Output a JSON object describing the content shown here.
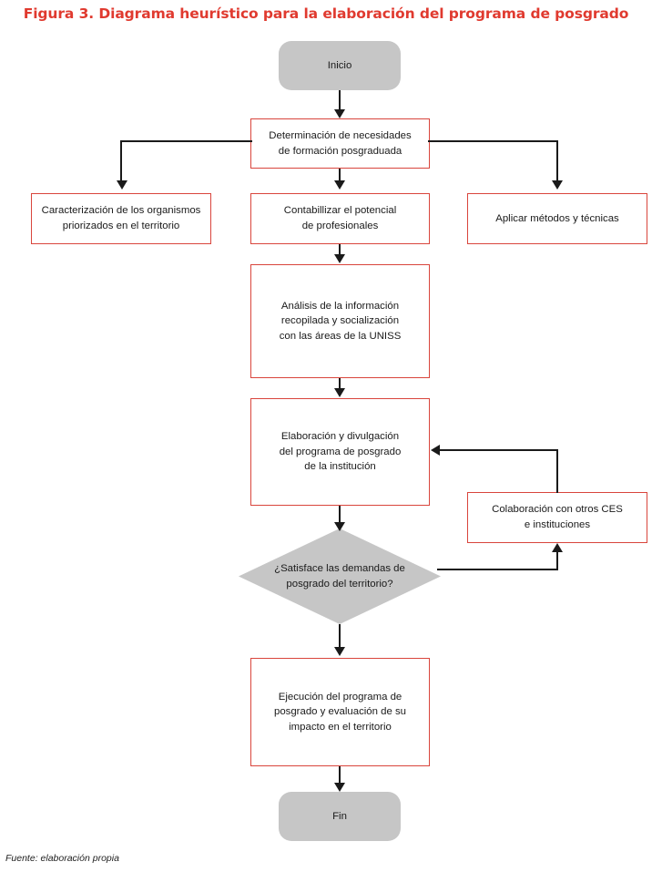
{
  "figure": {
    "title": "Figura 3. Diagrama heurístico para la elaboración del programa de posgrado",
    "title_color": "#e03a2f",
    "source": "Fuente: elaboración propia"
  },
  "palette": {
    "process_border": "#d9453c",
    "terminal_fill": "#c6c6c6",
    "decision_fill": "#c6c6c6",
    "connector": "#1a1a1a",
    "text": "#1a1a1a",
    "background": "#ffffff"
  },
  "chart_data": {
    "type": "diagram",
    "subtype": "flowchart",
    "title": "Figura 3. Diagrama heurístico para la elaboración del programa de posgrado",
    "nodes": [
      {
        "id": "inicio",
        "shape": "terminal",
        "label": "Inicio"
      },
      {
        "id": "determinacion",
        "shape": "process",
        "label": "Determinación de necesidades de formación posgraduada"
      },
      {
        "id": "caracterizacion",
        "shape": "process",
        "label": "Caracterización de los organismos priorizados en el territorio"
      },
      {
        "id": "contabilizar",
        "shape": "process",
        "label": "Contabillizar el potencial de profesionales"
      },
      {
        "id": "metodos",
        "shape": "process",
        "label": "Aplicar métodos y técnicas"
      },
      {
        "id": "analisis",
        "shape": "process",
        "label": "Análisis de la información recopilada y socialización con las áreas de la UNISS"
      },
      {
        "id": "elaboracion",
        "shape": "process",
        "label": "Elaboración y divulgación del programa de posgrado de la institución"
      },
      {
        "id": "colaboracion",
        "shape": "process",
        "label": "Colaboración con otros CES e instituciones"
      },
      {
        "id": "decision",
        "shape": "decision",
        "label": "¿Satisface las demandas de posgrado del territorio?"
      },
      {
        "id": "ejecucion",
        "shape": "process",
        "label": "Ejecución del programa de posgrado y evaluación de su impacto en el territorio"
      },
      {
        "id": "fin",
        "shape": "terminal",
        "label": "Fin"
      }
    ],
    "edges": [
      {
        "from": "inicio",
        "to": "determinacion",
        "label": ""
      },
      {
        "from": "determinacion",
        "to": "caracterizacion",
        "label": ""
      },
      {
        "from": "determinacion",
        "to": "contabilizar",
        "label": ""
      },
      {
        "from": "determinacion",
        "to": "metodos",
        "label": ""
      },
      {
        "from": "contabilizar",
        "to": "analisis",
        "label": ""
      },
      {
        "from": "analisis",
        "to": "elaboracion",
        "label": ""
      },
      {
        "from": "elaboracion",
        "to": "decision",
        "label": ""
      },
      {
        "from": "decision",
        "to": "colaboracion",
        "label": ""
      },
      {
        "from": "colaboracion",
        "to": "elaboracion",
        "label": ""
      },
      {
        "from": "decision",
        "to": "ejecucion",
        "label": ""
      },
      {
        "from": "ejecucion",
        "to": "fin",
        "label": ""
      }
    ]
  },
  "nodes": {
    "inicio": {
      "label": "Inicio"
    },
    "determinacion": {
      "line1": "Determinación de necesidades",
      "line2": "de formación posgraduada"
    },
    "caracterizacion": {
      "line1": "Caracterización de los organismos",
      "line2": "priorizados en el territorio"
    },
    "contabilizar": {
      "line1": "Contabillizar el potencial",
      "line2": "de profesionales"
    },
    "metodos": {
      "line1": "Aplicar métodos y técnicas"
    },
    "analisis": {
      "line1": "Análisis de la información",
      "line2": "recopilada y socialización",
      "line3": "con las áreas de la UNISS"
    },
    "elaboracion": {
      "line1": "Elaboración y divulgación",
      "line2": "del programa de posgrado",
      "line3": "de la institución"
    },
    "colaboracion": {
      "line1": "Colaboración con otros CES",
      "line2": "e instituciones"
    },
    "decision": {
      "line1": "¿Satisface las demandas de",
      "line2": "posgrado del territorio?"
    },
    "ejecucion": {
      "line1": "Ejecución del programa de",
      "line2": "posgrado y evaluación de su",
      "line3": "impacto en el territorio"
    },
    "fin": {
      "label": "Fin"
    }
  }
}
